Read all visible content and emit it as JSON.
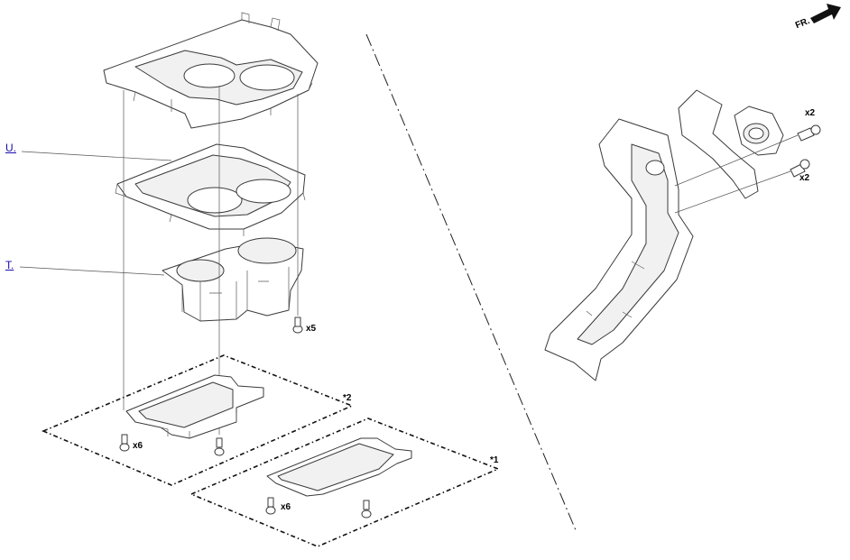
{
  "callouts": {
    "part_u": "U.",
    "part_t": "T.",
    "box_2": "*2",
    "box_1": "*1"
  },
  "quantities": {
    "screws_top": "x5",
    "screws_box2": "x6",
    "screws_box1": "x6",
    "bolt_upper": "x2",
    "bolt_lower": "x2"
  },
  "direction": {
    "front": "FR."
  }
}
